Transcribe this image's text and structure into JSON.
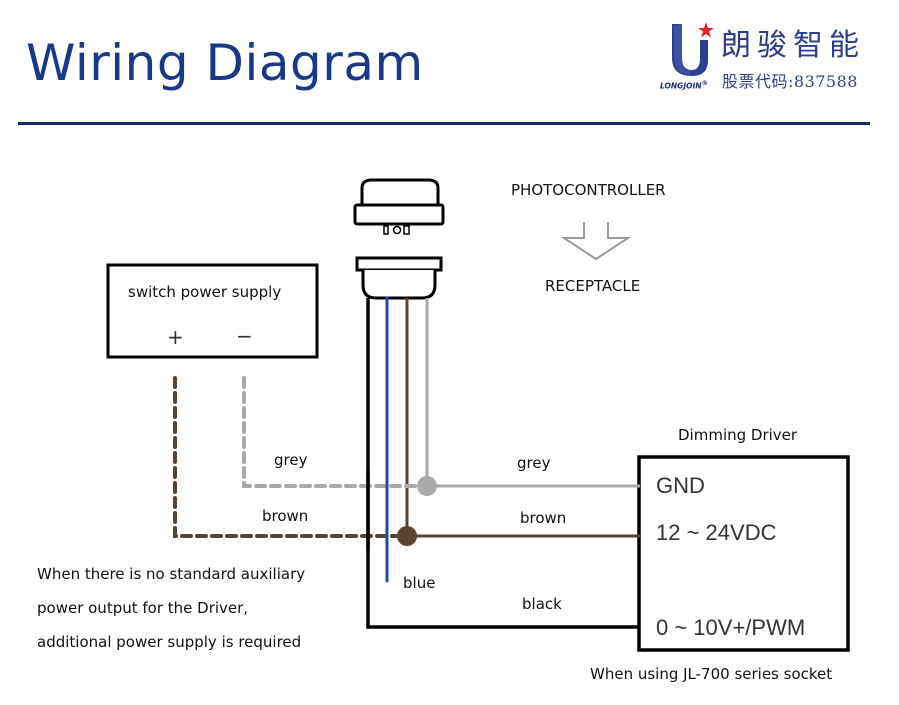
{
  "header": {
    "title": "Wiring Diagram",
    "logo": {
      "company_name_cn": "朗骏智能",
      "stock_code_text": "股票代码:837588",
      "brand": "LONGJOIN",
      "registered_mark": "®",
      "icon": "longjoin-u-star-logo",
      "brand_color": "#2b3f8e",
      "star_color": "#d8262c"
    },
    "accent_color": "#17398a"
  },
  "photocontroller": {
    "label": "PHOTOCONTROLLER",
    "receptacle_label": "RECEPTACLE",
    "arrow_icon": "arrow-down-outline-icon"
  },
  "power_supply": {
    "label": "switch power supply",
    "plus": "+",
    "minus": "−"
  },
  "wires": {
    "left_grey_label": "grey",
    "left_brown_label": "brown",
    "right_grey_label": "grey",
    "right_brown_label": "brown",
    "blue_label": "blue",
    "black_label": "black",
    "colors": {
      "grey": "#a9a9a9",
      "brown": "#5c4331",
      "blue": "#1f4fa0",
      "black": "#000000"
    }
  },
  "driver": {
    "title": "Dimming Driver",
    "terminals": [
      "GND",
      "12 ~ 24VDC",
      "0 ~ 10V+/PWM"
    ],
    "caption": "When using JL-700 series socket"
  },
  "note": {
    "lines": [
      "When there is no standard auxiliary",
      "power output for the  Driver,",
      "additional power supply is required"
    ]
  }
}
